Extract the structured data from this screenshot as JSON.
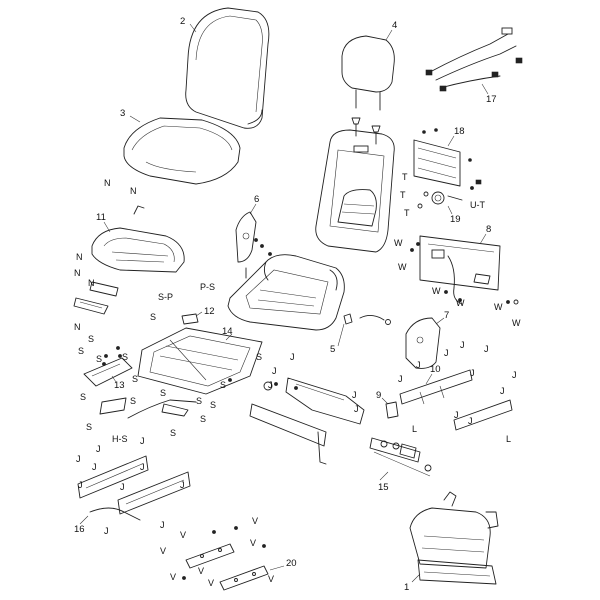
{
  "callouts": {
    "c1": "1",
    "c2": "2",
    "c3": "3",
    "c4": "4",
    "c5": "5",
    "c6": "6",
    "c7": "7",
    "c8": "8",
    "c9": "9",
    "c10": "10",
    "c11": "11",
    "c12": "12",
    "c13": "13",
    "c14": "14",
    "c15": "15",
    "c16": "16",
    "c17": "17",
    "c18": "18",
    "c19": "19",
    "c20": "20"
  },
  "letters": {
    "N": "N",
    "T": "T",
    "UT": "U-T",
    "W": "W",
    "S": "S",
    "SP": "S-P",
    "PS": "P-S",
    "HS": "H-S",
    "J": "J",
    "L": "L",
    "V": "V"
  }
}
